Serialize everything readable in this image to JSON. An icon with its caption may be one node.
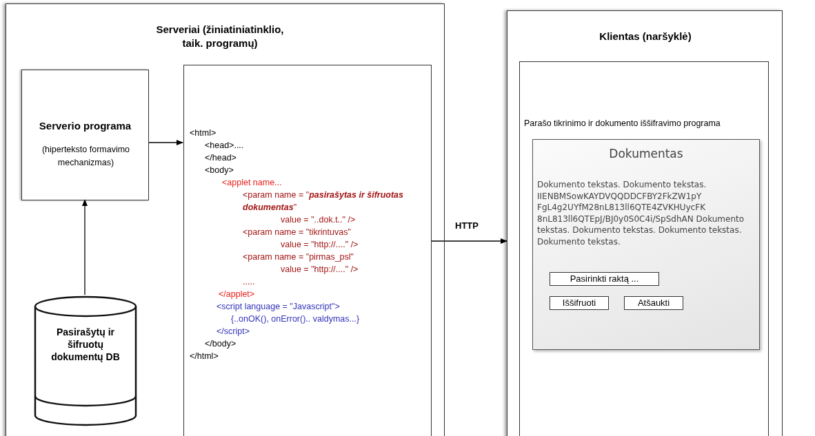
{
  "diagram": {
    "nodes": [
      {
        "text": [
          "Serveriai (žiniatiniatinklio, taik. programų)"
        ]
      },
      {
        "text": [
          "Serverio programa",
          "(hiperteksto formavimo mechanizmas)"
        ],
        "in": 0
      },
      {
        "text": [
          "<html>",
          "<head>....",
          "</head>",
          "<body>",
          "<applet name...",
          "<param name = \"**pasirašytas ir šifruotas dokumentas**\"",
          "value = \"..dok.t..\" />",
          "<param name = \"tikrintuvas\"",
          "value = \"http://....\" />",
          "<param name = \"pirmas_psl\"",
          "value = \"http://....\" />",
          ".....",
          "</applet>",
          "<script language = \"Javascript\">",
          "{..onOK(), onError().. valdymas...}",
          "</script>",
          "</body>",
          "</html>"
        ],
        "in": 0
      },
      {
        "text": [
          "Pasirašytų ir šifruotų dokumentų DB"
        ],
        "in": 0
      },
      {
        "text": [
          "Klientas (naršyklė)"
        ]
      },
      {
        "text": [
          "Parašo tikrinimo ir dokumento iššifravimo programa"
        ],
        "in": 4
      },
      {
        "text": [
          "Dokumentas",
          "Dokumento tekstas. Dokumento tekstas. IIENBMSowKAYDVQQDDCFBY2FkZW1pY FgL4g2UYfM28nL813ll6QTE4ZVKHUycFK 8nL813ll6QTEpJ/BJ0y0S0C4i/SpSdhAN Dokumento tekstas. Dokumento tekstas. Dokumento tekstas. Dokumento tekstas."
        ],
        "in": 5
      },
      {
        "text": [
          "Pasirinkti raktą ..."
        ],
        "in": 6
      },
      {
        "text": [
          "Iššifruoti"
        ],
        "in": 6
      },
      {
        "text": [
          "Atšaukti"
        ],
        "in": 6
      }
    ],
    "edges": [
      {
        "from": 3,
        "to": 1,
        "arrow": "to"
      },
      {
        "from": 1,
        "to": 2,
        "arrow": "to"
      },
      {
        "from": 2,
        "to": 4,
        "arrow": "to",
        "label": "HTTP"
      }
    ]
  }
}
